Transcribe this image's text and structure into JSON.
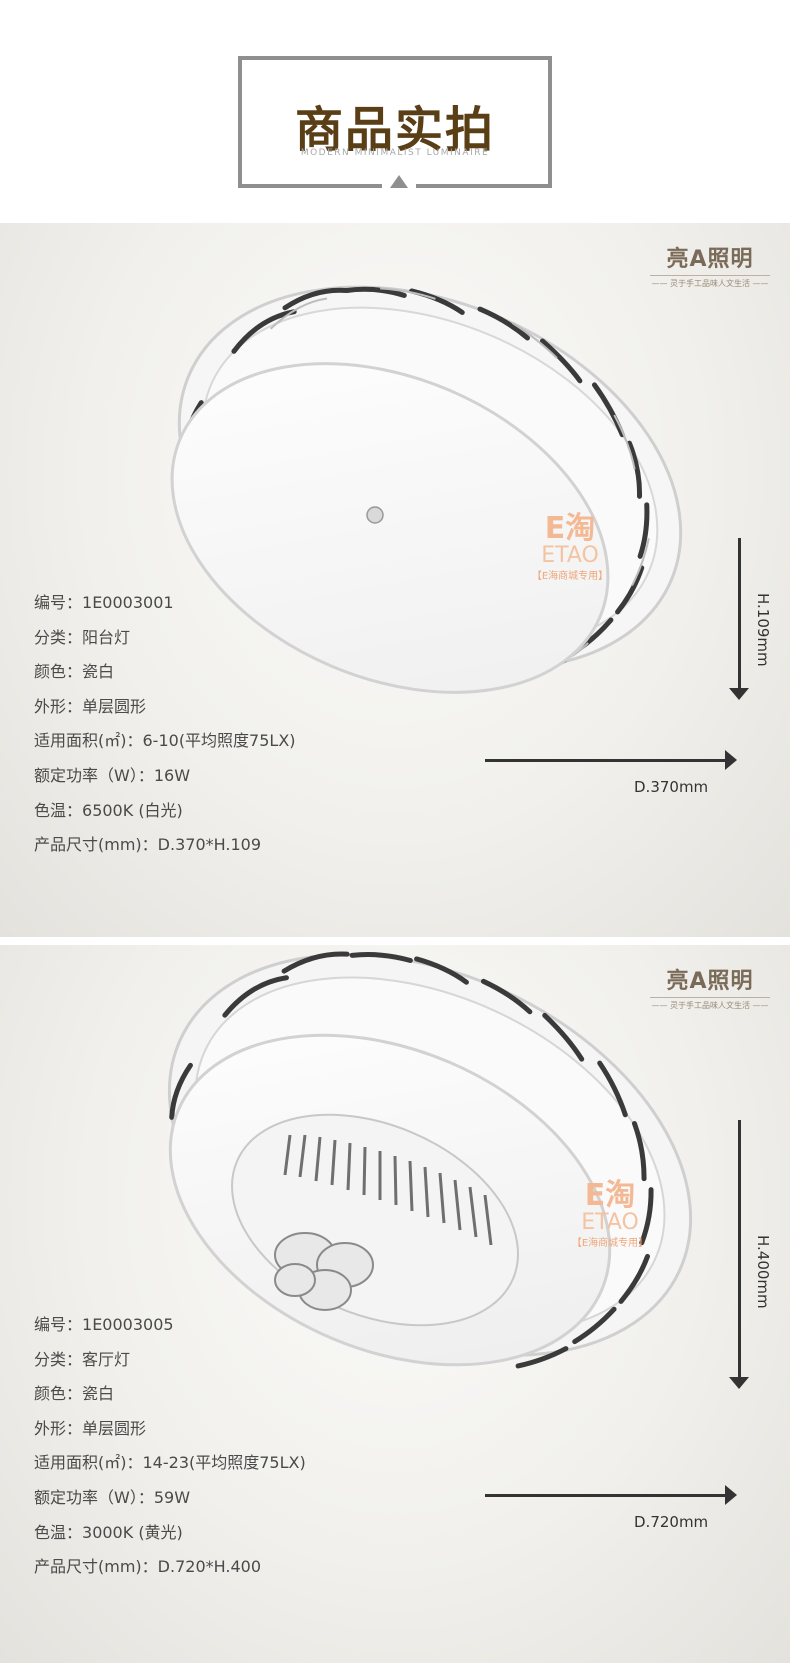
{
  "header": {
    "title": "商品实拍",
    "subtitle": "MODERN MINIMALIST LUMINAIRE"
  },
  "brand": {
    "name": "亮A照明",
    "slogan": "—— 灵于手工品味人文生活 ——"
  },
  "watermark": {
    "line1": "E淘",
    "line2": "ETAO",
    "line3": "【E海商城专用】"
  },
  "products": [
    {
      "specs": [
        {
          "label": "编号：",
          "value": "1E0003001"
        },
        {
          "label": "分类：",
          "value": "阳台灯"
        },
        {
          "label": "颜色：",
          "value": "瓷白"
        },
        {
          "label": "外形：",
          "value": "单层圆形"
        },
        {
          "label": "适用面积(㎡)：",
          "value": "6-10(平均照度75LX)"
        },
        {
          "label": "额定功率（W）：",
          "value": "16W"
        },
        {
          "label": "色温：",
          "value": "6500K (白光)"
        },
        {
          "label": "产品尺寸(mm)：",
          "value": "D.370*H.109"
        }
      ],
      "height_label": "H.109mm",
      "diameter_label": "D.370mm"
    },
    {
      "specs": [
        {
          "label": "编号：",
          "value": "1E0003005"
        },
        {
          "label": "分类：",
          "value": "客厅灯"
        },
        {
          "label": "颜色：",
          "value": "瓷白"
        },
        {
          "label": "外形：",
          "value": "单层圆形"
        },
        {
          "label": "适用面积(㎡)：",
          "value": "14-23(平均照度75LX)"
        },
        {
          "label": "额定功率（W）：",
          "value": "59W"
        },
        {
          "label": "色温：",
          "value": "3000K (黄光)"
        },
        {
          "label": "产品尺寸(mm)：",
          "value": "D.720*H.400"
        }
      ],
      "height_label": "H.400mm",
      "diameter_label": "D.720mm"
    }
  ]
}
